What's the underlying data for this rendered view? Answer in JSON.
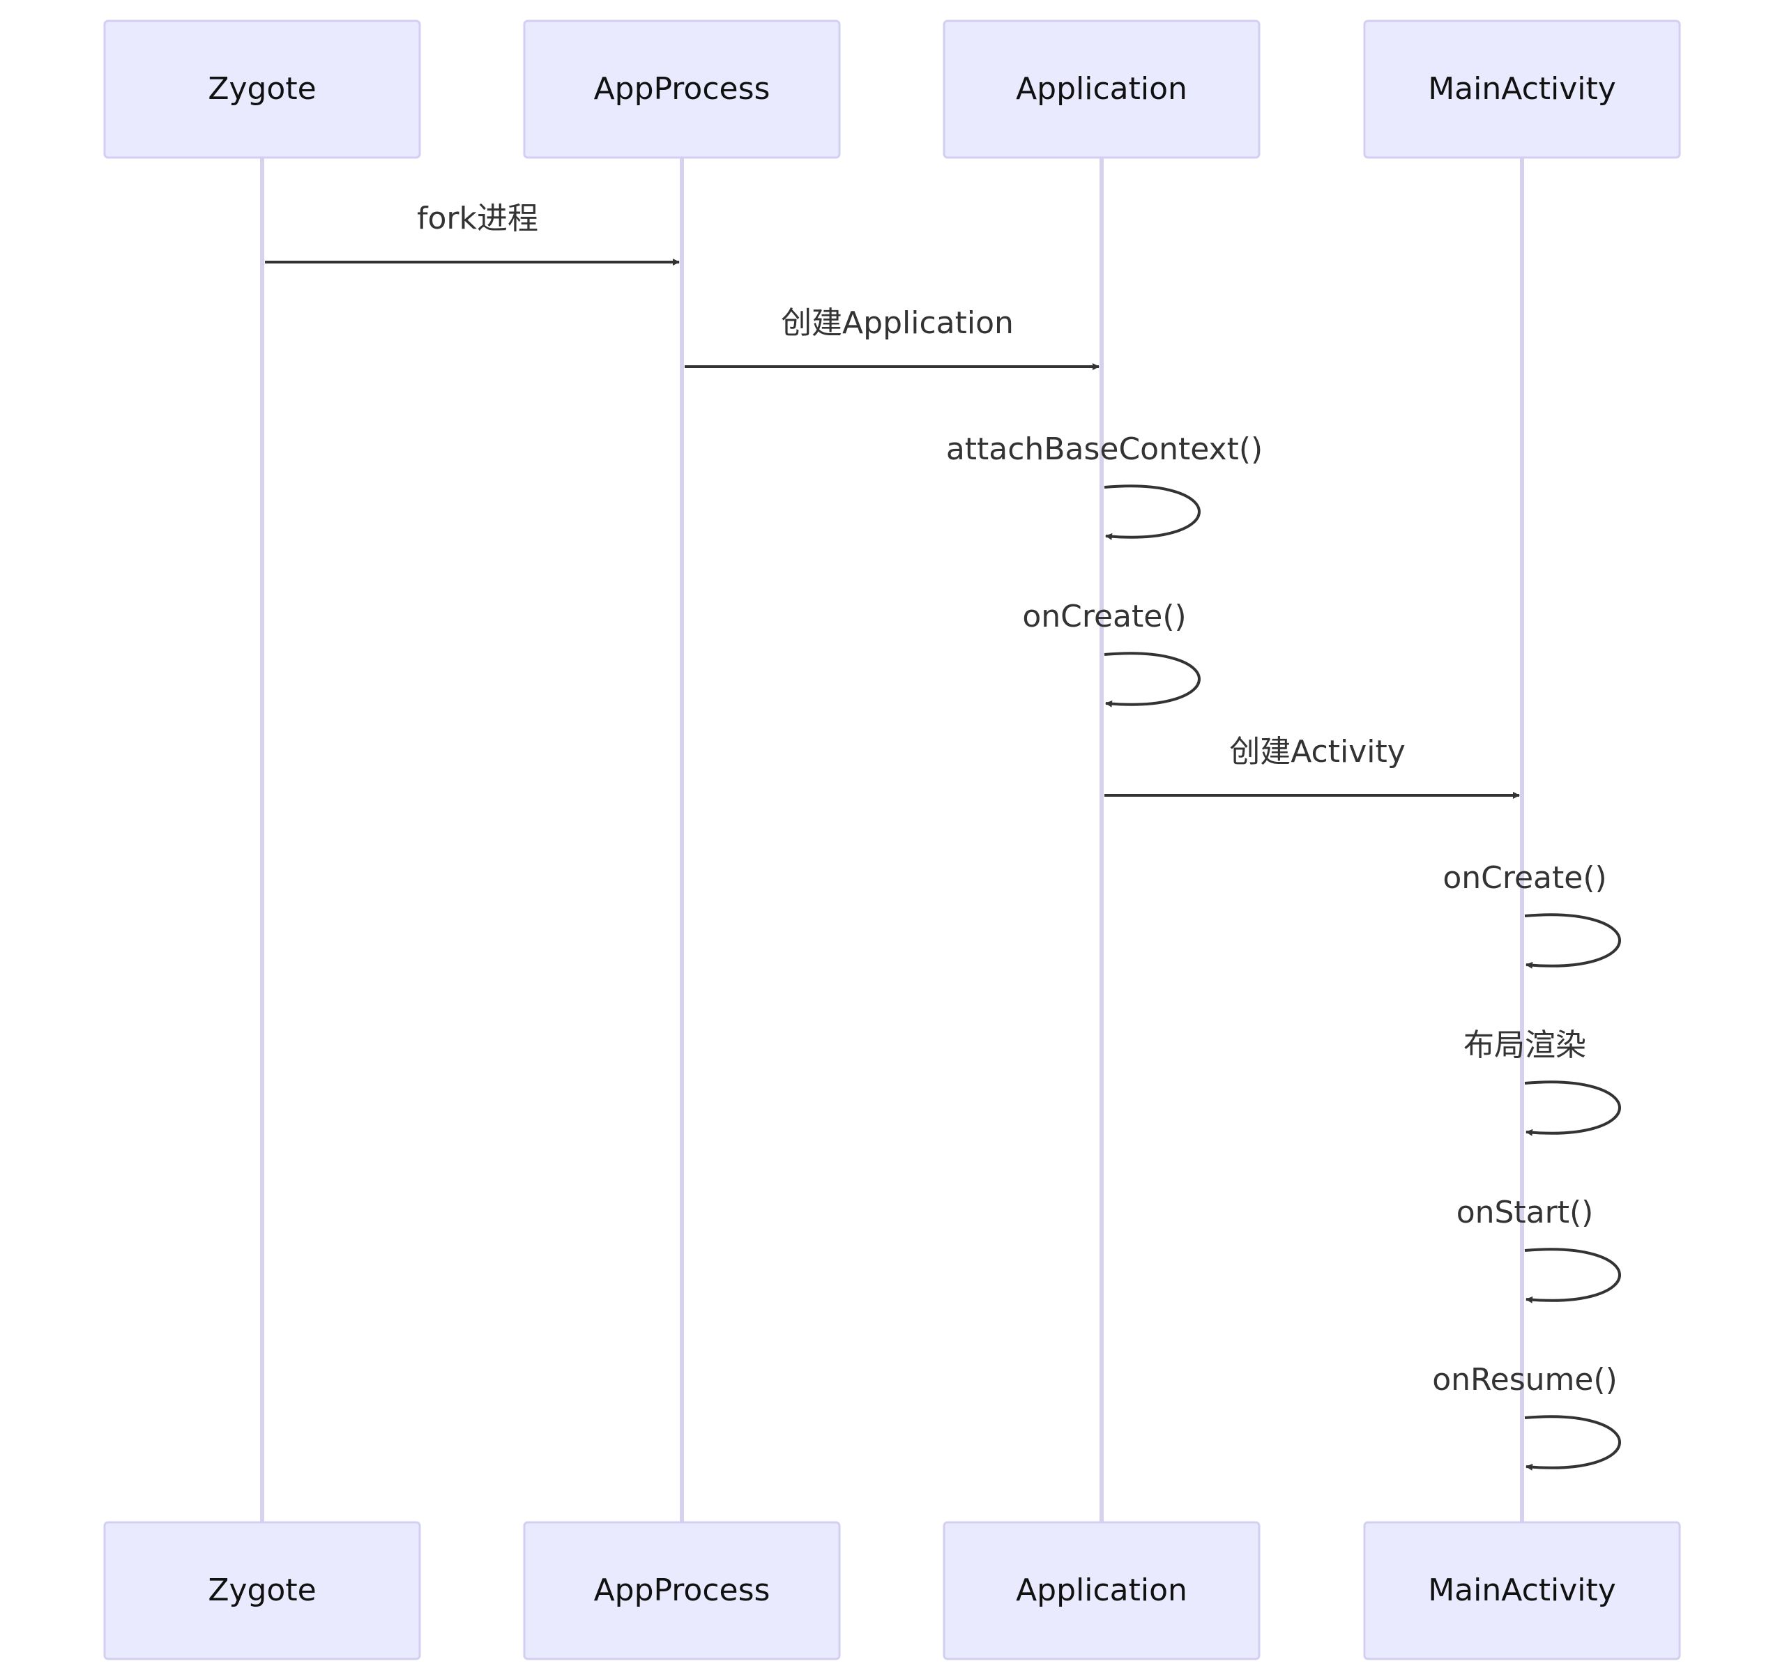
{
  "diagram": {
    "type": "sequence",
    "actors": [
      {
        "id": "zygote",
        "label": "Zygote"
      },
      {
        "id": "appprocess",
        "label": "AppProcess"
      },
      {
        "id": "application",
        "label": "Application"
      },
      {
        "id": "mainactivity",
        "label": "MainActivity"
      }
    ],
    "messages": [
      {
        "from": "zygote",
        "to": "appprocess",
        "label": "fork进程"
      },
      {
        "from": "appprocess",
        "to": "application",
        "label": "创建Application"
      },
      {
        "from": "application",
        "to": "application",
        "label": "attachBaseContext()"
      },
      {
        "from": "application",
        "to": "application",
        "label": "onCreate()"
      },
      {
        "from": "application",
        "to": "mainactivity",
        "label": "创建Activity"
      },
      {
        "from": "mainactivity",
        "to": "mainactivity",
        "label": "onCreate()"
      },
      {
        "from": "mainactivity",
        "to": "mainactivity",
        "label": "布局渲染"
      },
      {
        "from": "mainactivity",
        "to": "mainactivity",
        "label": "onStart()"
      },
      {
        "from": "mainactivity",
        "to": "mainactivity",
        "label": "onResume()"
      }
    ]
  }
}
